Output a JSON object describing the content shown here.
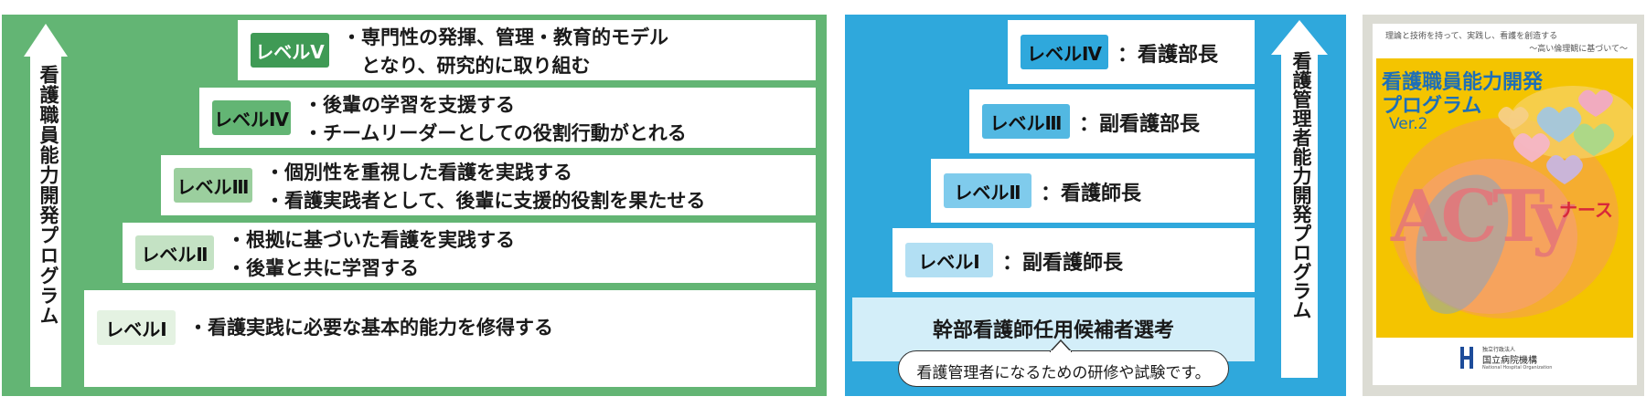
{
  "panel1": {
    "vertical_label": "看護職員能力開発プログラム",
    "levels": [
      {
        "badge": "レベルⅤ",
        "lines": [
          "・専門性の発揮、管理・教育的モデル",
          "　となり、研究的に取り組む"
        ]
      },
      {
        "badge": "レベルⅣ",
        "lines": [
          "・後輩の学習を支援する",
          "・チームリーダーとしての役割行動がとれる"
        ]
      },
      {
        "badge": "レベルⅢ",
        "lines": [
          "・個別性を重視した看護を実践する",
          "・看護実践者として、後輩に支援的役割を果たせる"
        ]
      },
      {
        "badge": "レベルⅡ",
        "lines": [
          "・根拠に基づいた看護を実践する",
          "・後輩と共に学習する"
        ]
      },
      {
        "badge": "レベルⅠ",
        "lines": [
          "・看護実践に必要な基本的能力を修得する"
        ]
      }
    ]
  },
  "panel2": {
    "vertical_label": "看護管理者能力開発プログラム",
    "levels": [
      {
        "badge": "レベルⅣ",
        "role": "：看護部長"
      },
      {
        "badge": "レベルⅢ",
        "role": "：副看護部長"
      },
      {
        "badge": "レベルⅡ",
        "role": "：看護師長"
      },
      {
        "badge": "レベルⅠ",
        "role": "：副看護師長"
      }
    ],
    "base_title": "幹部看護師任用候補者選考",
    "bubble": "看護管理者になるための研修や試験です。"
  },
  "cover": {
    "tagline1": "理論と技術を持って、実践し、看護を創造する",
    "tagline2": "〜高い倫理観に基づいて〜",
    "title_line1": "看護職員能力開発",
    "title_line2": "プログラム",
    "version": "Ver.2",
    "logo_letters": "ACTy",
    "nurse": "ナース",
    "org_small": "独立行政法人",
    "org_name": "国立病院機構",
    "org_en": "National Hospital Organization"
  },
  "colors": {
    "green": "#63b574",
    "blue": "#2fa8dc",
    "cover_yellow": "#f4c400"
  }
}
